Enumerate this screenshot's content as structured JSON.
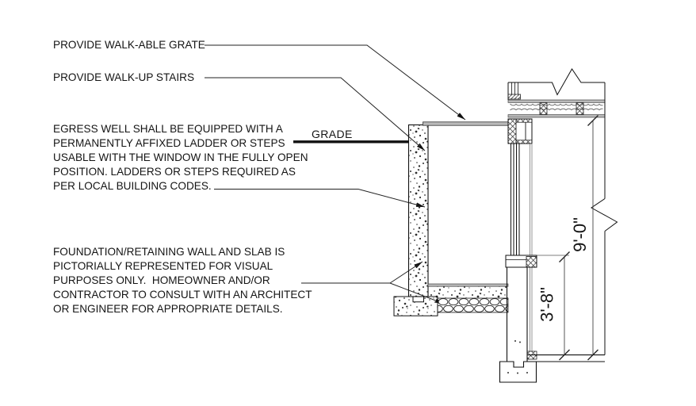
{
  "annotations": {
    "grate_note": "PROVIDE WALK-ABLE GRATE",
    "stairs_note": "PROVIDE WALK-UP STAIRS",
    "grade_label": "GRADE",
    "egress_note_lines": [
      "EGRESS WELL SHALL BE EQUIPPED WITH A",
      "PERMANENTLY AFFIXED LADDER OR STEPS",
      "USABLE WITH THE WINDOW IN THE FULLY OPEN",
      "POSITION. LADDERS OR STEPS REQUIRED AS",
      "PER LOCAL BUILDING CODES."
    ],
    "foundation_note_lines": [
      "FOUNDATION/RETAINING WALL AND SLAB IS",
      "PICTORIALLY REPRESENTED FOR VISUAL",
      "PURPOSES ONLY.  HOMEOWNER AND/OR",
      "CONTRACTOR TO CONSULT WITH AN ARCHITECT",
      "OR ENGINEER FOR APPROPRIATE DETAILS."
    ]
  },
  "dimensions": {
    "basement_height": "9'-0\"",
    "sill_height": "3'-8\""
  },
  "colors": {
    "ink": "#1a1a1a",
    "band_gray": "#b9b9b9",
    "background": "#ffffff"
  }
}
